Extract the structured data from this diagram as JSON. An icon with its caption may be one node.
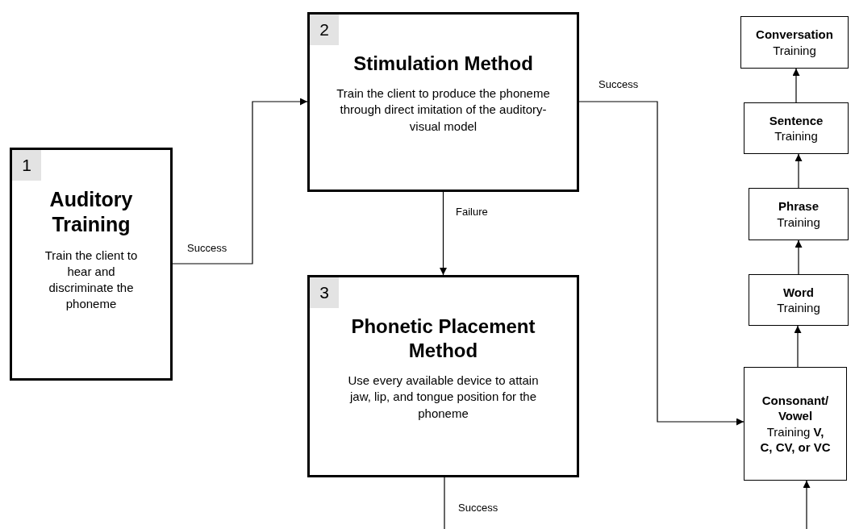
{
  "diagram": {
    "nodes": [
      {
        "text": [
          "1",
          "Auditory Training",
          "Train the client to hear and discriminate the phoneme"
        ]
      },
      {
        "text": [
          "2",
          "Stimulation Method",
          "Train the client to produce the phoneme through direct imitation of the auditory-visual model"
        ]
      },
      {
        "text": [
          "3",
          "Phonetic Placement Method",
          "Use every available device to attain jaw, lip, and tongue position for the phoneme"
        ]
      },
      {
        "text": [
          "**Conversation** Training"
        ]
      },
      {
        "text": [
          "**Sentence** Training"
        ]
      },
      {
        "text": [
          "**Phrase** Training"
        ]
      },
      {
        "text": [
          "**Word** Training"
        ]
      },
      {
        "text": [
          "**Consonant/ Vowel** Training **V, C, CV, or VC**"
        ]
      }
    ],
    "edges": [
      {
        "from": 0,
        "to": 1,
        "arrow": "to",
        "label": "Success"
      },
      {
        "from": 1,
        "to": 7,
        "arrow": "to",
        "label": "Success"
      },
      {
        "from": 1,
        "to": 2,
        "arrow": "to",
        "label": "Failure"
      },
      {
        "from": 2,
        "to": null,
        "arrow": "none",
        "label": "Success"
      },
      {
        "from": null,
        "to": 7,
        "arrow": "to"
      },
      {
        "from": 7,
        "to": 6,
        "arrow": "to"
      },
      {
        "from": 6,
        "to": 5,
        "arrow": "to"
      },
      {
        "from": 5,
        "to": 4,
        "arrow": "to"
      },
      {
        "from": 4,
        "to": 3,
        "arrow": "to"
      }
    ]
  }
}
